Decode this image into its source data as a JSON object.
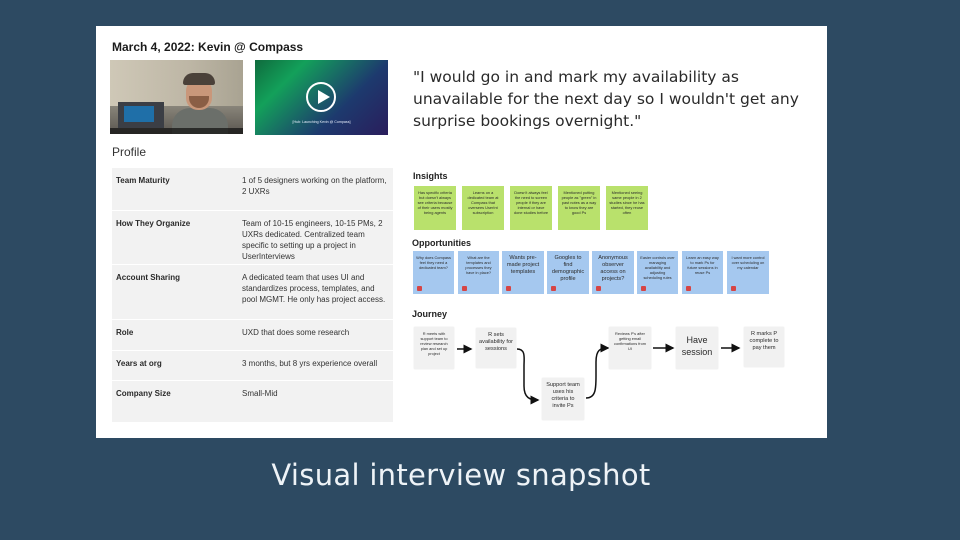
{
  "session_title": "March 4, 2022: Kevin @ Compass",
  "video_caption": "[Hub: Launching Kevin @ Compass]",
  "quote": "\"I would go in and mark my availability as unavailable for the next day so I wouldn't get any surprise bookings overnight.\"",
  "profile": {
    "heading": "Profile",
    "rows": [
      {
        "label": "Team Maturity",
        "value": "1 of 5 designers working on the platform, 2 UXRs"
      },
      {
        "label": "How They Organize",
        "value": "Team of 10-15 engineers, 10-15 PMs, 2 UXRs dedicated. Centralized team specific to setting up a project in UserInterviews"
      },
      {
        "label": "Account Sharing",
        "value": "A dedicated team that uses UI and standardizes process, templates, and pool MGMT. He only has project access."
      },
      {
        "label": "Role",
        "value": "UXD that does some research"
      },
      {
        "label": "Years at org",
        "value": "3 months, but 8 yrs experience overall"
      },
      {
        "label": "Company Size",
        "value": "Small-Mid"
      }
    ]
  },
  "insights": {
    "label": "Insights",
    "notes": [
      "Has specific criteria but doesn't always see criteria because of their users mostly being agents",
      "Learns on a dedicated team at Compass that oversees UserInt subscription",
      "Doesn't always feel the need to screen people if they are internal or have done studies before",
      "Mentioned putting people as \"green\" in past notes as a way to know they are good Ps",
      "Mentioned seeing same people in 2 studies since he has started, they reuse often"
    ]
  },
  "opportunities": {
    "label": "Opportunities",
    "notes": [
      "Why does Compass feel they need a dedicated team?",
      "What are the templates and processes they have in place?",
      "Wants pre-made project templates",
      "Googles to find demographic profile",
      "Anonymous observer access on projects?",
      "Easier controls over managing availability and adjusting scheduling rules",
      "Learn an easy way to mark Ps for future sessions in reuse Ps",
      "I want more control over scheduling on my calendar"
    ]
  },
  "journey": {
    "label": "Journey",
    "steps": [
      "R meets with support team to review research plan and set up project",
      "R sets availability for sessions",
      "Support team uses his criteria to invite Ps",
      "Reviews P's after getting email confirmations from UI",
      "Have session",
      "R marks P complete to pay them"
    ]
  },
  "caption": "Visual interview snapshot",
  "colors": {
    "background": "#2d4a62",
    "insight_note": "#b9e16c",
    "opportunity_note": "#a5c8ef",
    "journey_note": "#f1f1f1",
    "marker": "#d64545"
  },
  "icons": [
    "play-icon",
    "arrow-right-icon"
  ]
}
